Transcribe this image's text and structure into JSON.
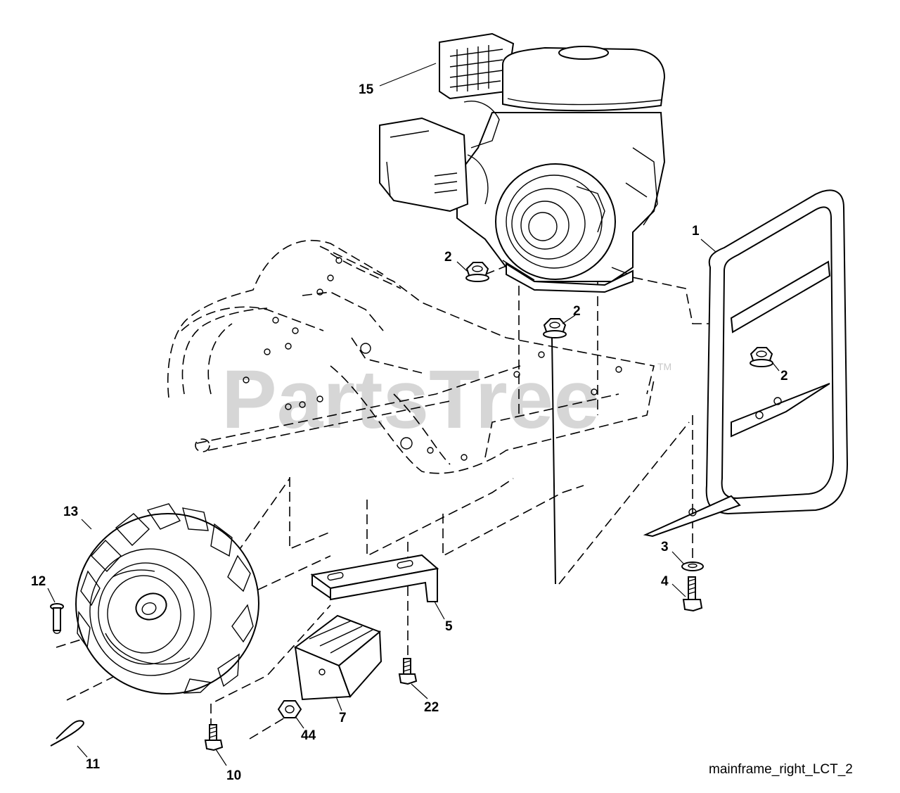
{
  "watermark": {
    "text": "PartsTree",
    "mark": "TM"
  },
  "caption": "mainframe_right_LCT_2",
  "callouts": [
    {
      "id": "c15",
      "label": "15"
    },
    {
      "id": "c1",
      "label": "1"
    },
    {
      "id": "c2a",
      "label": "2"
    },
    {
      "id": "c2b",
      "label": "2"
    },
    {
      "id": "c2c",
      "label": "2"
    },
    {
      "id": "c3",
      "label": "3"
    },
    {
      "id": "c4",
      "label": "4"
    },
    {
      "id": "c5",
      "label": "5"
    },
    {
      "id": "c7",
      "label": "7"
    },
    {
      "id": "c10",
      "label": "10"
    },
    {
      "id": "c11",
      "label": "11"
    },
    {
      "id": "c12",
      "label": "12"
    },
    {
      "id": "c13",
      "label": "13"
    },
    {
      "id": "c22",
      "label": "22"
    },
    {
      "id": "c44",
      "label": "44"
    }
  ]
}
